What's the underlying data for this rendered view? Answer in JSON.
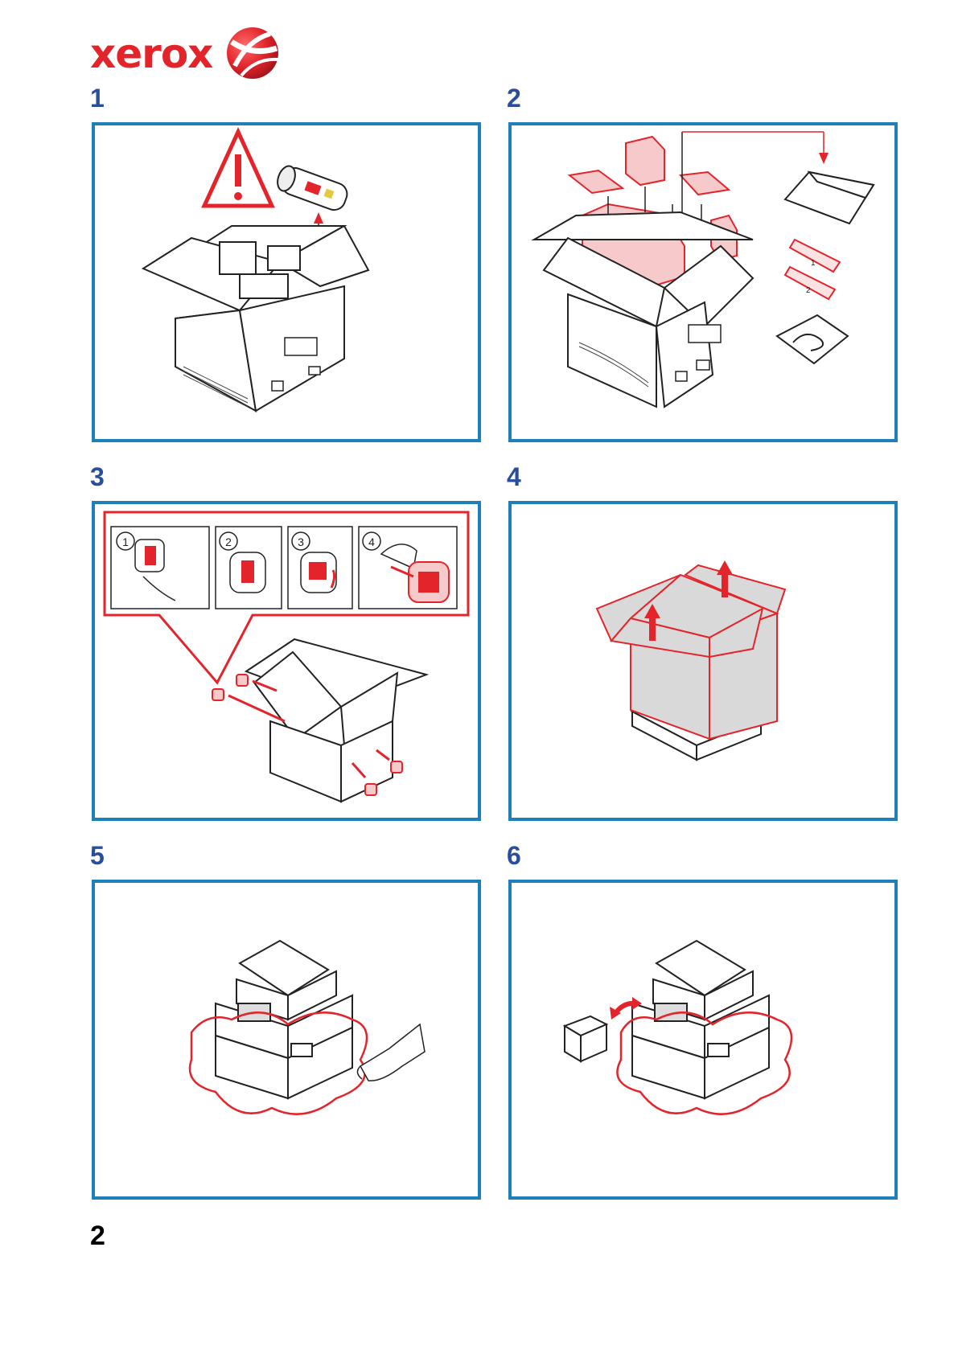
{
  "brand": {
    "name": "xerox",
    "color": "#e3242b"
  },
  "colors": {
    "frame": "#1f7fb8",
    "step_number": "#2a4f9a",
    "highlight": "#e3242b"
  },
  "steps": [
    {
      "number": "1"
    },
    {
      "number": "2"
    },
    {
      "number": "3",
      "substeps": [
        "1",
        "2",
        "3",
        "4"
      ]
    },
    {
      "number": "4"
    },
    {
      "number": "5"
    },
    {
      "number": "6"
    }
  ],
  "step2_bags": [
    "1",
    "2"
  ],
  "page_number": "2"
}
